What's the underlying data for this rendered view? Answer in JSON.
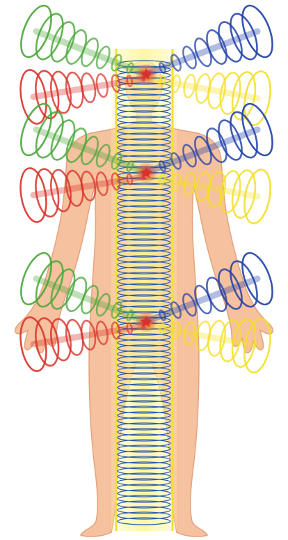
{
  "colors": {
    "background": "#ffffff",
    "body_fill": "#f6c19e",
    "body_outline": "#e2a37d",
    "column_glow": "#fff59a",
    "column_edge": "#f2de3a",
    "column_coil": "#2e5db0",
    "node": "#d9302b",
    "green_spiral": "#4aa73a",
    "red_spiral": "#d8332b",
    "blue_spiral": "#1f3fa8",
    "yellow_spiral": "#f3df2a"
  },
  "figure": {
    "subject": "human-body-silhouette",
    "column": "vertical-coil-column",
    "nodes": 3,
    "spiral_cones_per_node": 4,
    "cone_colors": [
      "green",
      "red",
      "blue",
      "yellow"
    ]
  }
}
